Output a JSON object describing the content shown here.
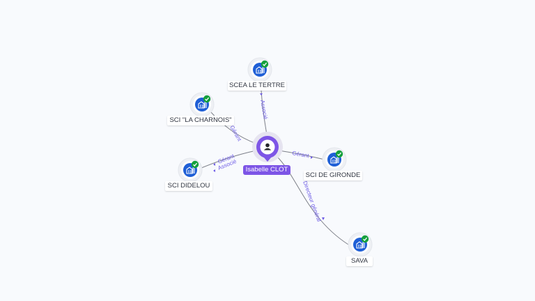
{
  "center": {
    "name": "Isabelle CLOT",
    "icon": "person-icon",
    "accent": "#7d55e6"
  },
  "companies": [
    {
      "id": "scea",
      "name": "SCEA LE TERTRE",
      "role": "Associé",
      "verified": true
    },
    {
      "id": "charnois",
      "name": "SCI \"LA CHARNOIS\"",
      "role": "Gérant",
      "verified": true
    },
    {
      "id": "didelou",
      "name": "SCI DIDELOU",
      "role": "Gérant",
      "role2": "Associé",
      "verified": true
    },
    {
      "id": "gironde",
      "name": "SCI DE GIRONDE",
      "role": "Gérant",
      "verified": true
    },
    {
      "id": "sava",
      "name": "SAVA",
      "role": "Directeur général",
      "verified": true
    }
  ],
  "colors": {
    "company_icon": "#1f5fd6",
    "verified_badge": "#14a03c",
    "edge_label": "#6e5ce6",
    "edge": "#7c7f88"
  }
}
